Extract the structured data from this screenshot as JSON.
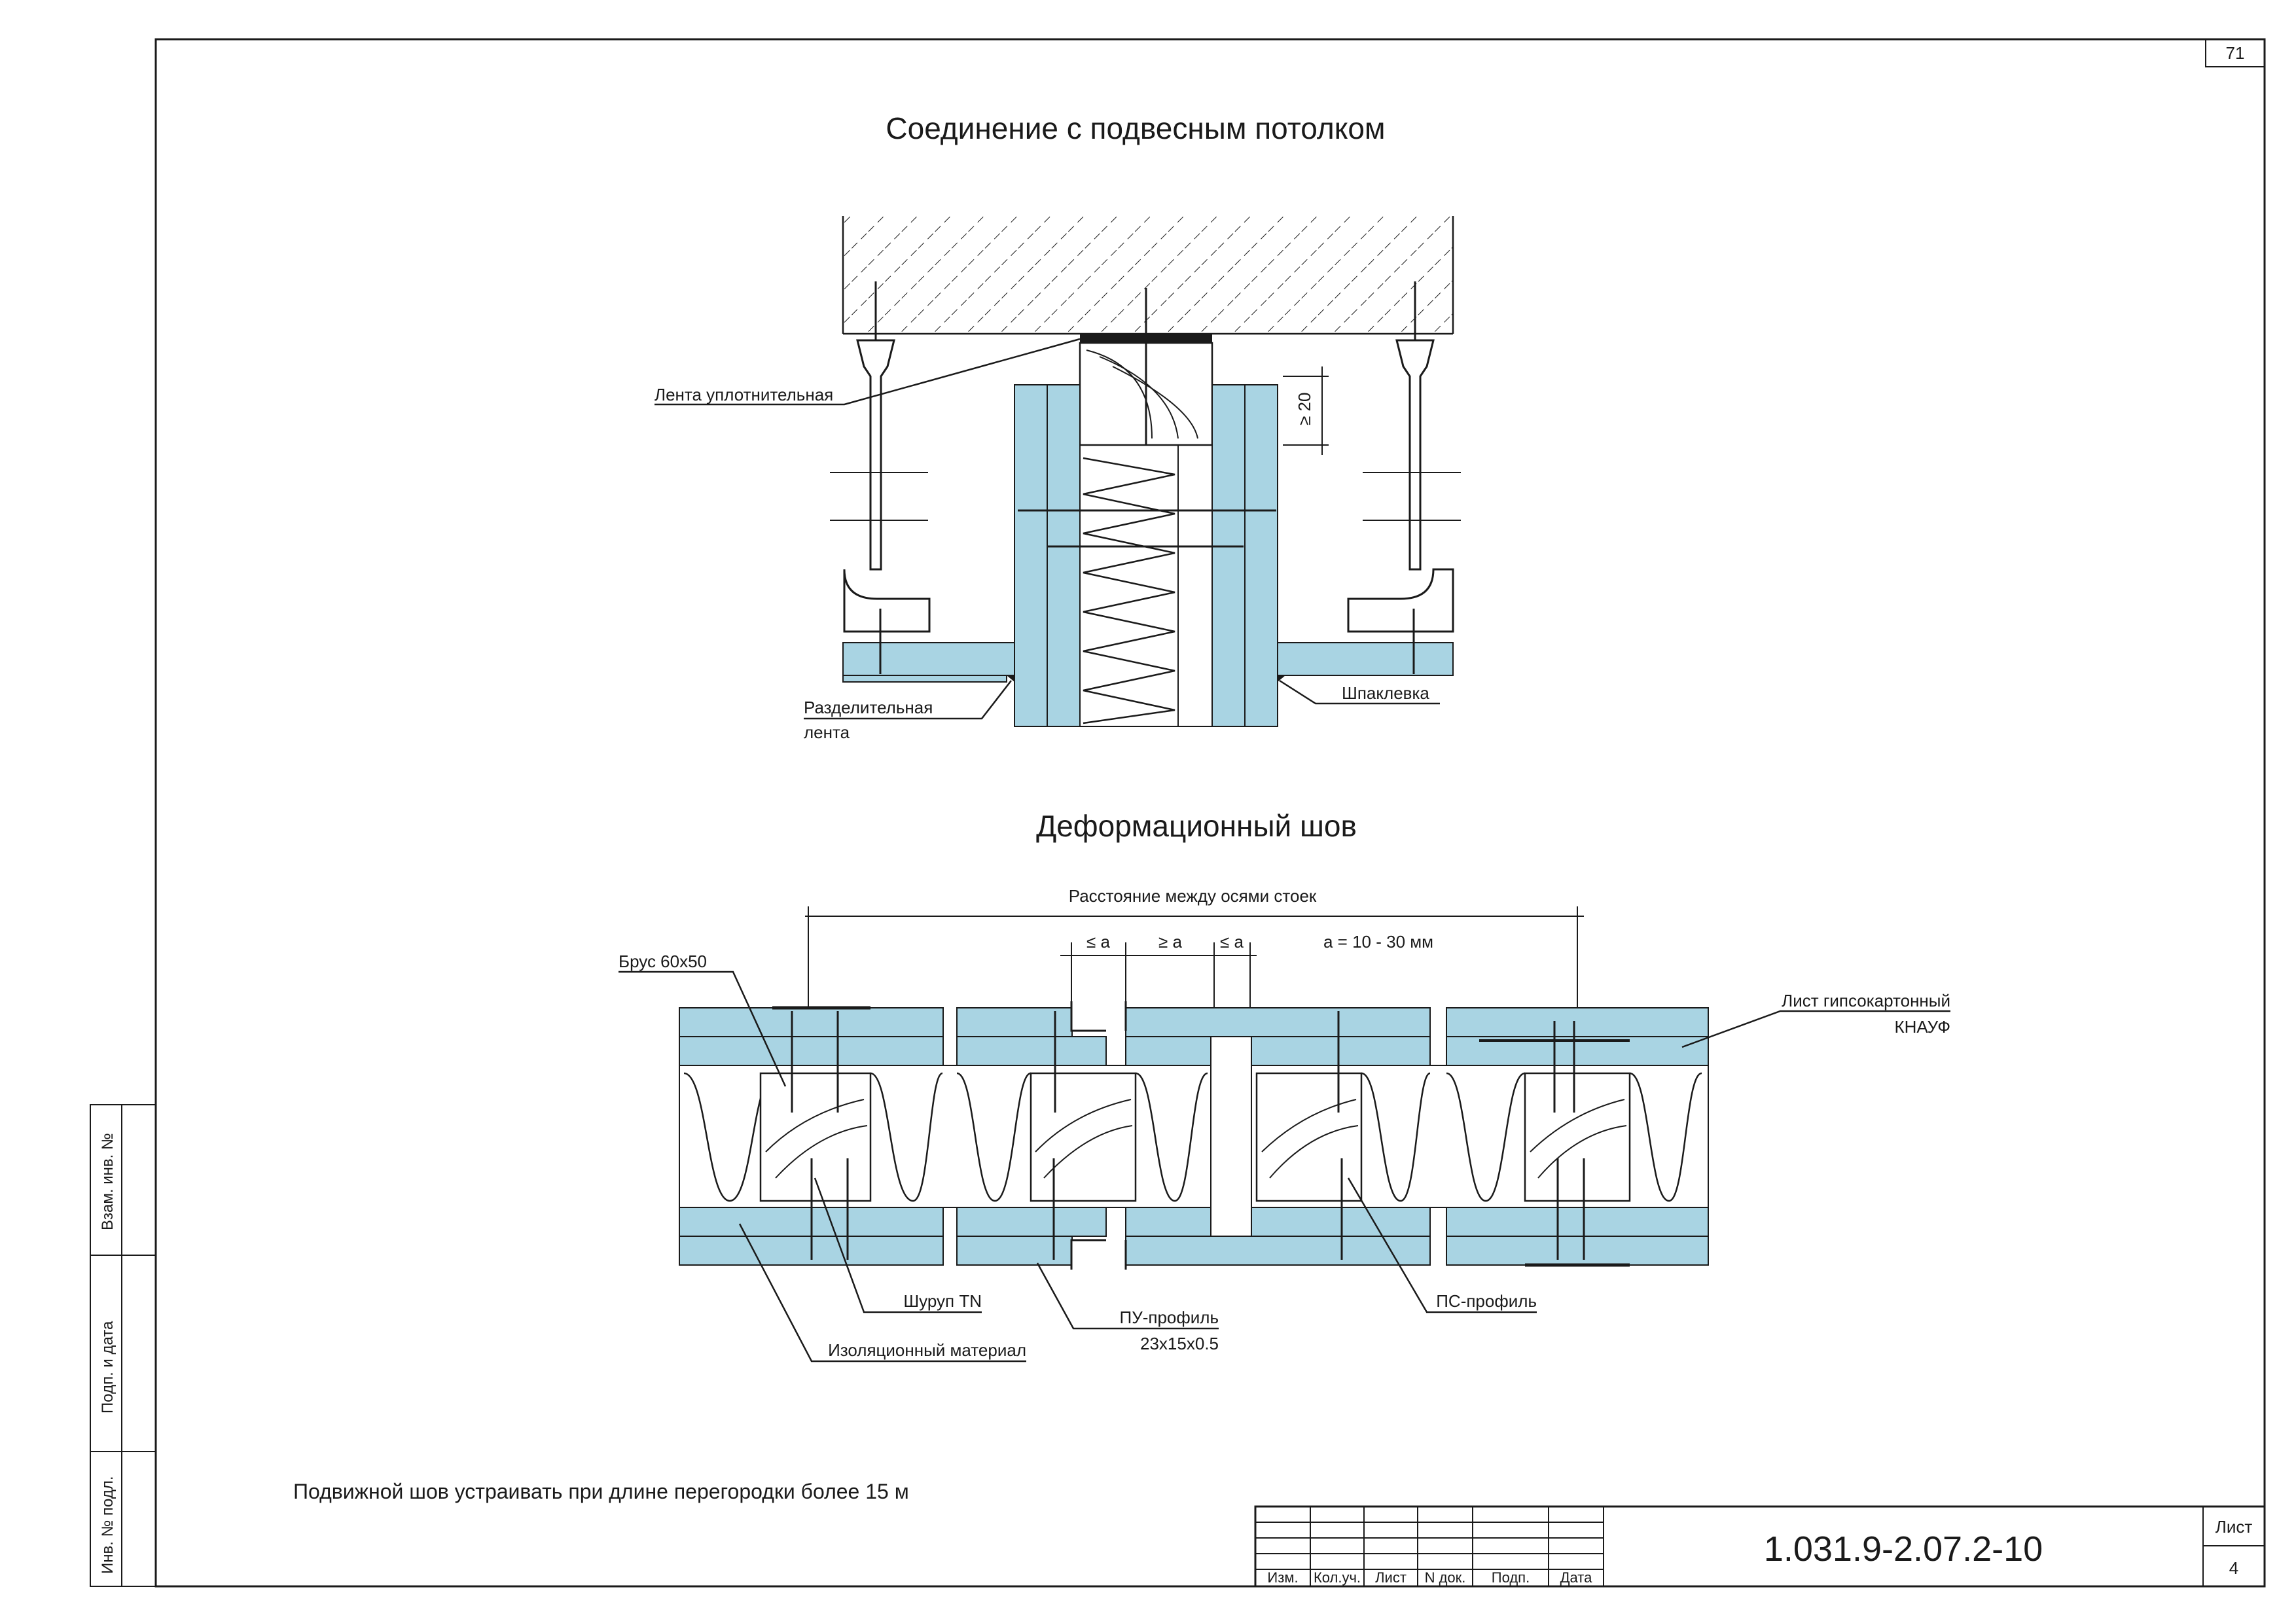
{
  "sheet": {
    "page_number": "71",
    "sheet_label": "Лист",
    "sheet_number": "4",
    "doc_code": "1.031.9-2.07.2-10",
    "note": "Подвижной шов устраивать при длине перегородки более 15 м"
  },
  "stamp": {
    "columns": [
      "Изм.",
      "Кол.уч.",
      "Лист",
      "N док.",
      "Подп.",
      "Дата"
    ]
  },
  "side_stamp": {
    "cells": [
      "Взам. инв. №",
      "Подп. и дата",
      "Инв. № подл."
    ]
  },
  "section1": {
    "title": "Соединение с подвесным потолком",
    "labels": {
      "sealing_tape": "Лента уплотнительная",
      "separating_tape_1": "Разделительная",
      "separating_tape_2": "лента",
      "putty": "Шпаклевка",
      "dimension": "≥ 20"
    }
  },
  "section2": {
    "title": "Деформационный шов",
    "labels": {
      "axis_distance": "Расстояние между осями стоек",
      "dim_a1": "≤ a",
      "dim_a2": "≥ a",
      "dim_a3": "≤ a",
      "a_range": "a = 10 - 30 мм",
      "beam": "Брус 60x50",
      "gypsum_board_1": "Лист гипсокартонный",
      "gypsum_board_2": "КНАУФ",
      "screw": "Шуруп TN",
      "insulation": "Изоляционный материал",
      "pu_profile_1": "ПУ-профиль",
      "pu_profile_2": "23x15x0.5",
      "ps_profile": "ПС-профиль"
    }
  },
  "colors": {
    "board": "#a9d4e3",
    "line": "#1a1a1a"
  }
}
